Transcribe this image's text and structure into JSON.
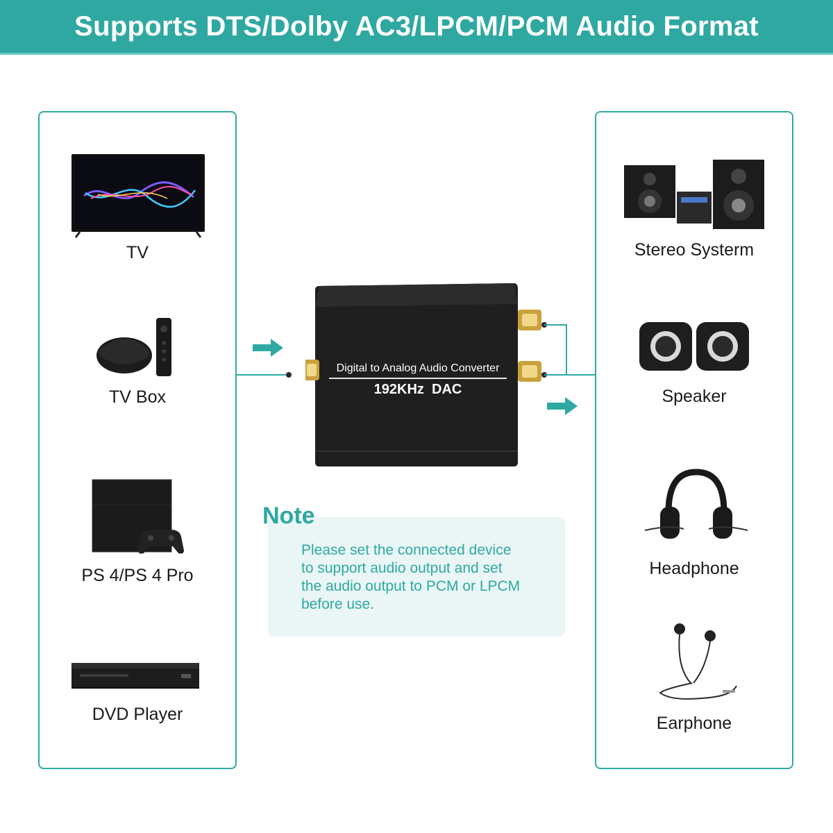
{
  "banner": {
    "title": "Supports DTS/Dolby AC3/LPCM/PCM Audio Format"
  },
  "sources": [
    {
      "label": "TV",
      "icon": "tv-icon"
    },
    {
      "label": "TV Box",
      "icon": "tv-box-icon"
    },
    {
      "label": "PS 4/PS 4 Pro",
      "icon": "game-console-icon"
    },
    {
      "label": "DVD Player",
      "icon": "dvd-player-icon"
    }
  ],
  "outputs": [
    {
      "label": "Stereo Systerm",
      "icon": "stereo-system-icon"
    },
    {
      "label": "Speaker",
      "icon": "speaker-icon"
    },
    {
      "label": "Headphone",
      "icon": "headphone-icon"
    },
    {
      "label": "Earphone",
      "icon": "earphone-icon"
    }
  ],
  "converter": {
    "line1": "Digital to Analog Audio Converter",
    "line2": "192KHz  DAC"
  },
  "note": {
    "heading": "Note",
    "lines": [
      "Please set the connected device",
      "to support audio output and set",
      "the audio output to PCM or LPCM",
      "before use."
    ]
  },
  "colors": {
    "accent": "#2fa8a2",
    "note_background": "#e9f6f5",
    "device_body": "#1f1f1f"
  }
}
